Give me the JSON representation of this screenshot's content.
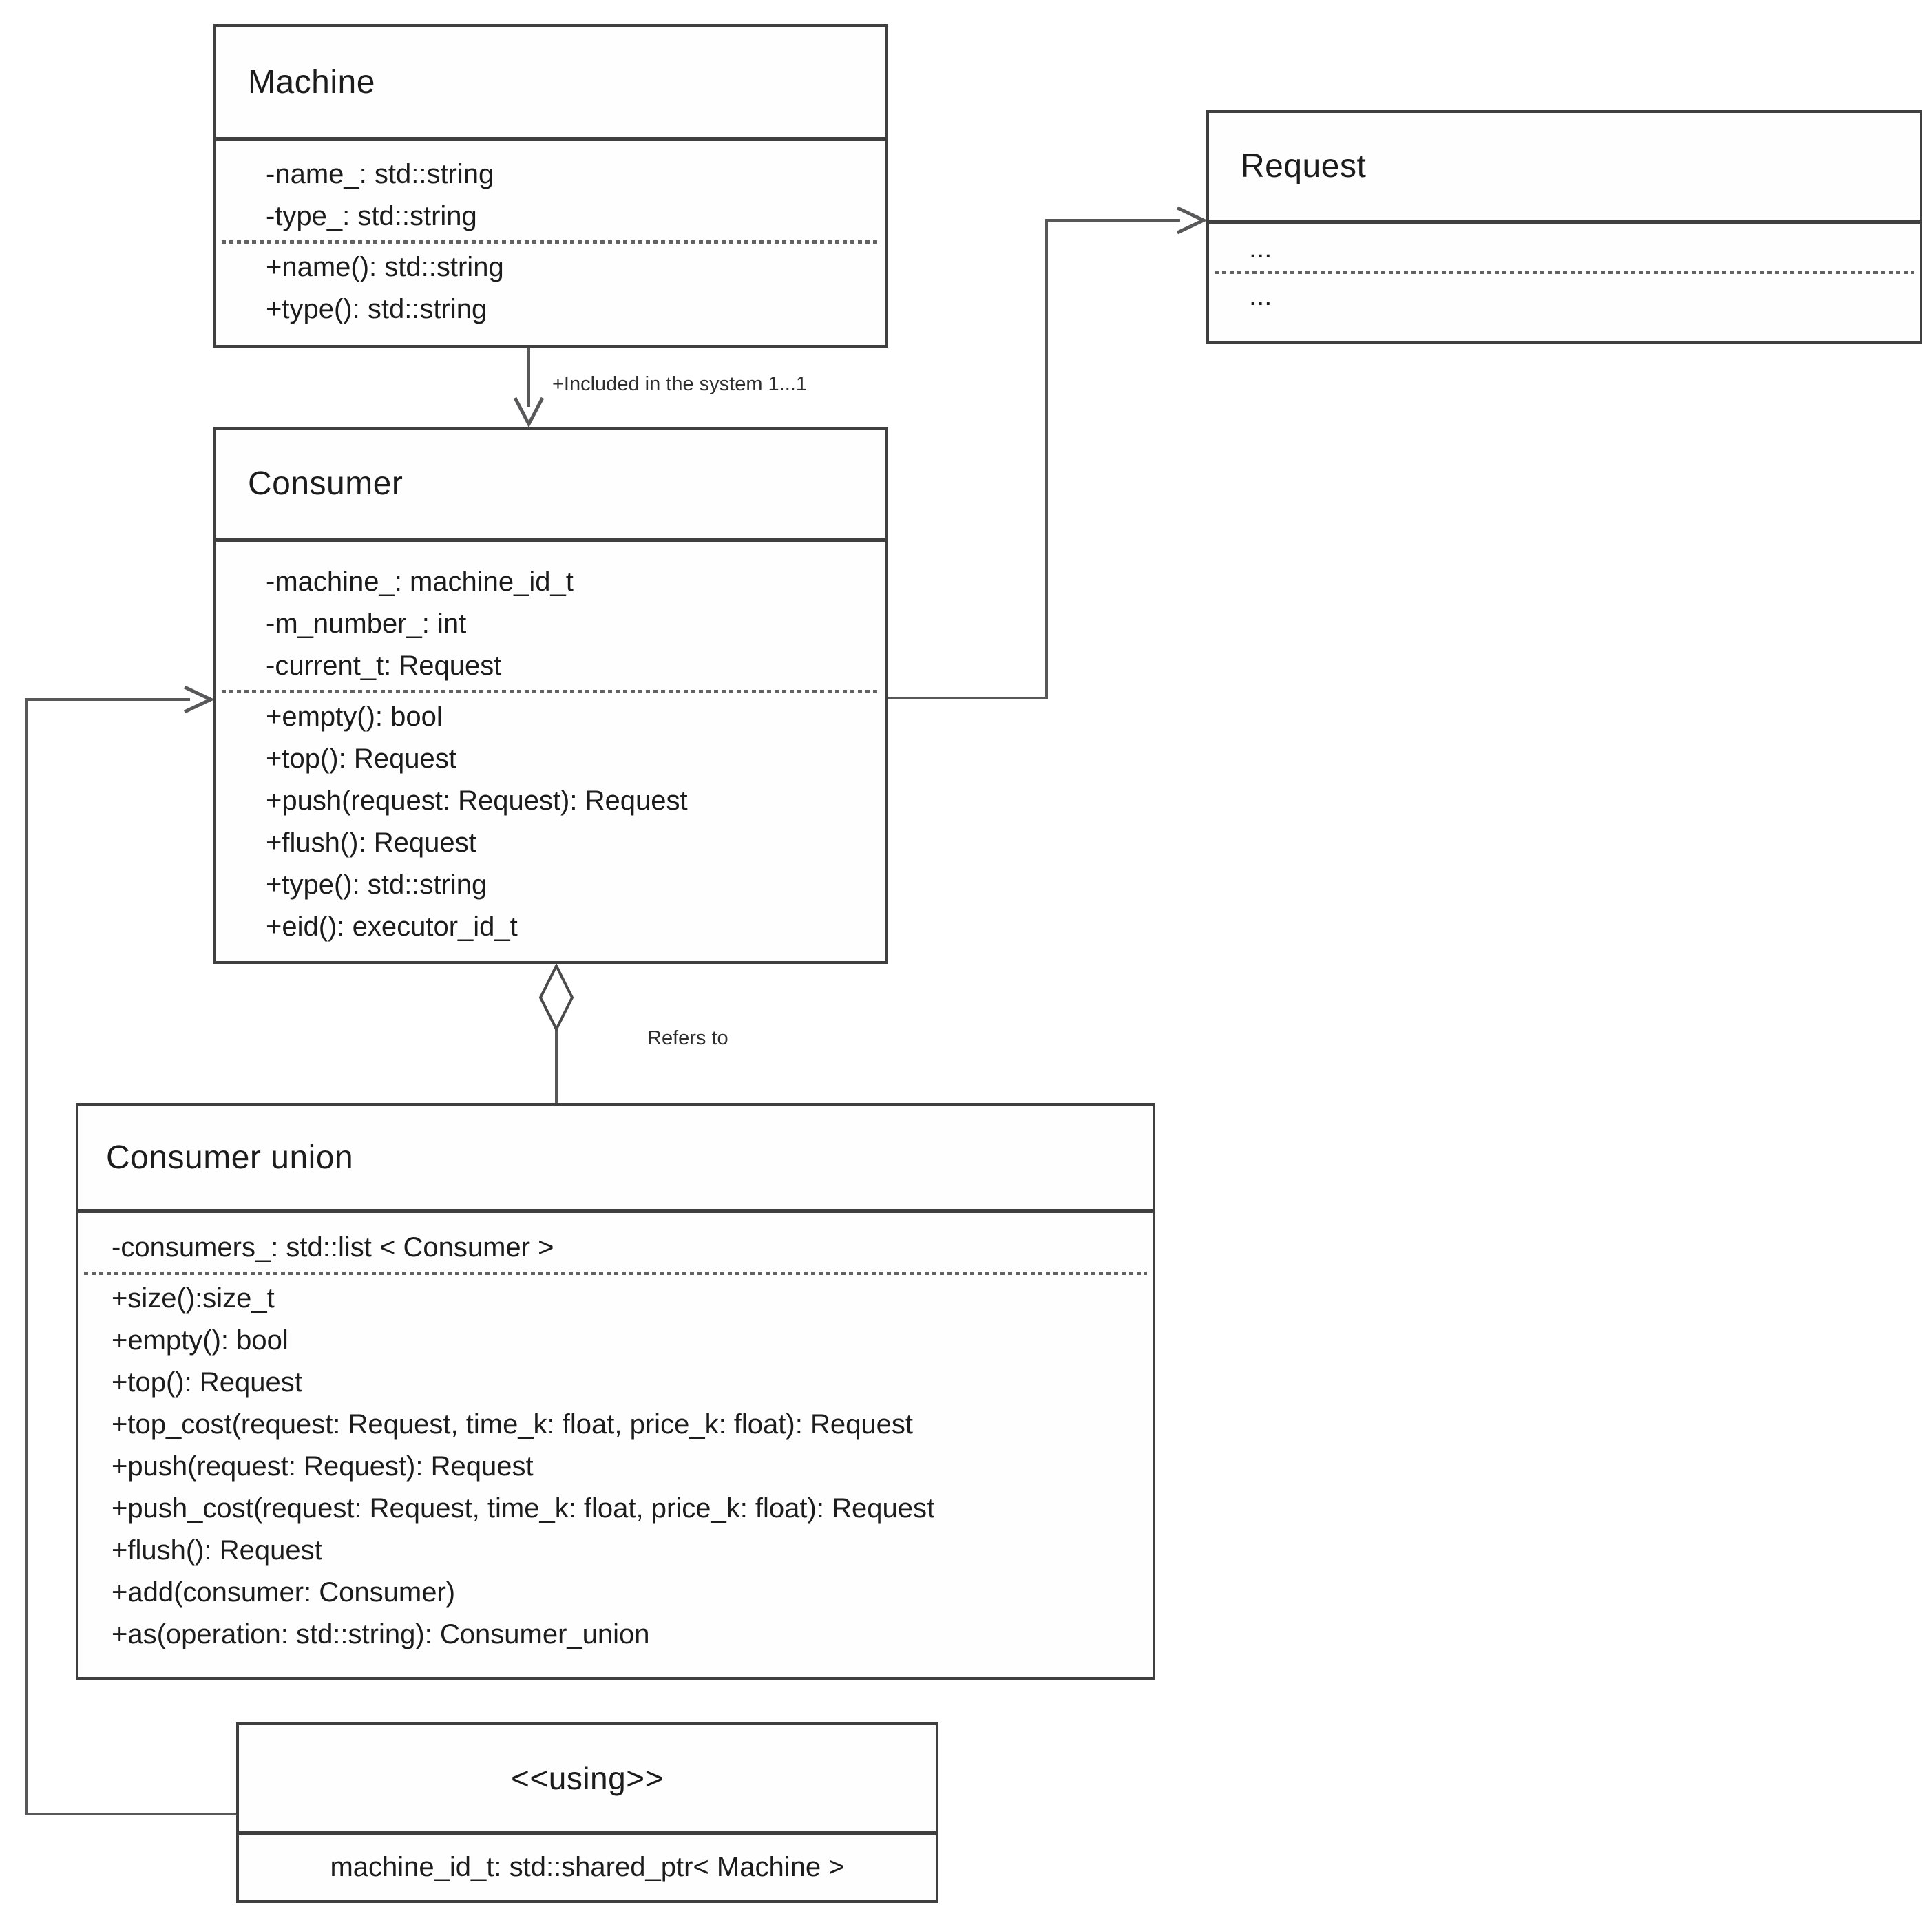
{
  "classes": {
    "machine": {
      "title": "Machine",
      "attributes": [
        "-name_: std::string",
        "-type_: std::string"
      ],
      "methods": [
        "+name(): std::string",
        "+type(): std::string"
      ]
    },
    "request": {
      "title": "Request",
      "attributes": [
        "..."
      ],
      "methods": [
        "..."
      ]
    },
    "consumer": {
      "title": "Consumer",
      "attributes": [
        "-machine_: machine_id_t",
        "-m_number_: int",
        "-current_t: Request"
      ],
      "methods": [
        "+empty(): bool",
        "+top(): Request",
        "+push(request: Request): Request",
        "+flush(): Request",
        "+type(): std::string",
        "+eid(): executor_id_t"
      ]
    },
    "consumer_union": {
      "title": "Consumer union",
      "attributes": [
        "-consumers_: std::list < Consumer >"
      ],
      "methods": [
        "+size():size_t",
        "+empty(): bool",
        "+top(): Request",
        "+top_cost(request: Request, time_k: float, price_k: float): Request",
        "+push(request: Request): Request",
        "+push_cost(request: Request, time_k: float, price_k: float): Request",
        "+flush(): Request",
        "+add(consumer: Consumer)",
        "+as(operation: std::string): Consumer_union"
      ]
    },
    "using": {
      "title": "<<using>>",
      "body": "machine_id_t: std::shared_ptr< Machine >"
    }
  },
  "relationships": {
    "machine_to_consumer": {
      "from": "Machine",
      "to": "Consumer",
      "type": "directed-arrow",
      "label": "+Included in the system 1...1"
    },
    "consumer_to_request": {
      "from": "Consumer",
      "to": "Request",
      "type": "directed-arrow",
      "label": ""
    },
    "union_to_consumer": {
      "from": "Consumer union",
      "to": "Consumer",
      "type": "aggregation-diamond",
      "label": "Refers to"
    },
    "using_to_consumer": {
      "from": "<<using>>",
      "to": "Consumer",
      "type": "directed-arrow",
      "label": ""
    }
  },
  "colors": {
    "border": "#3f3f3f",
    "line": "#58585a",
    "text": "#1c1c1c",
    "background": "#ffffff"
  }
}
